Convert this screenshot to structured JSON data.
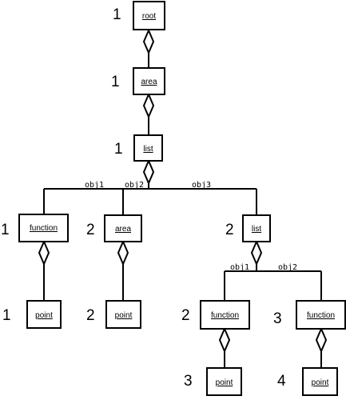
{
  "nodes": {
    "root": {
      "label": "root",
      "count": "1"
    },
    "area1": {
      "label": "area",
      "count": "1"
    },
    "list1": {
      "label": "list",
      "count": "1"
    },
    "function1": {
      "label": "function",
      "count": "1"
    },
    "area2": {
      "label": "area",
      "count": "2"
    },
    "list2": {
      "label": "list",
      "count": "2"
    },
    "point1": {
      "label": "point",
      "count": "1"
    },
    "point2": {
      "label": "point",
      "count": "2"
    },
    "function2": {
      "label": "function",
      "count": "2"
    },
    "function3": {
      "label": "function",
      "count": "3"
    },
    "point3": {
      "label": "point",
      "count": "3"
    },
    "point4": {
      "label": "point",
      "count": "4"
    }
  },
  "edge_labels": {
    "list1_obj1": "obj1",
    "list1_obj2": "obj2",
    "list1_obj3": "obj3",
    "list2_obj1": "obj1",
    "list2_obj2": "obj2"
  },
  "colors": {
    "stroke": "#000000",
    "fill": "#ffffff"
  }
}
